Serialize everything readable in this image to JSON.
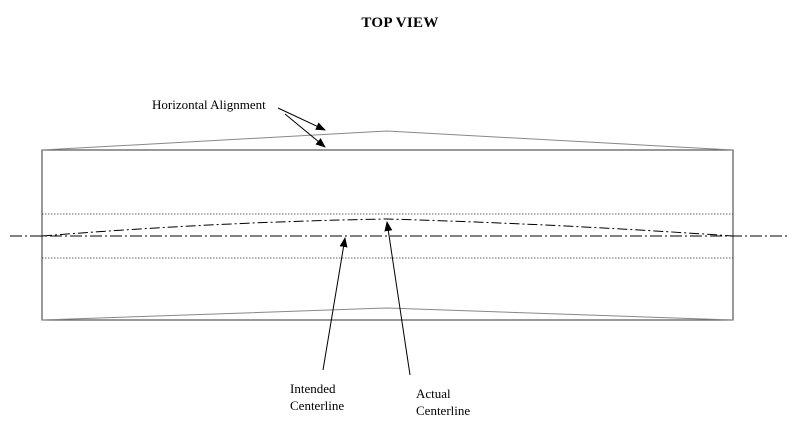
{
  "title": "TOP VIEW",
  "labels": {
    "horizontal_alignment": "Horizontal Alignment",
    "intended_centerline": [
      "Intended",
      "Centerline"
    ],
    "actual_centerline": [
      "Actual",
      "Centerline"
    ]
  },
  "colors": {
    "ink": "#000000",
    "outline": "#555555",
    "alignment_line": "#888888",
    "background": "#ffffff"
  }
}
